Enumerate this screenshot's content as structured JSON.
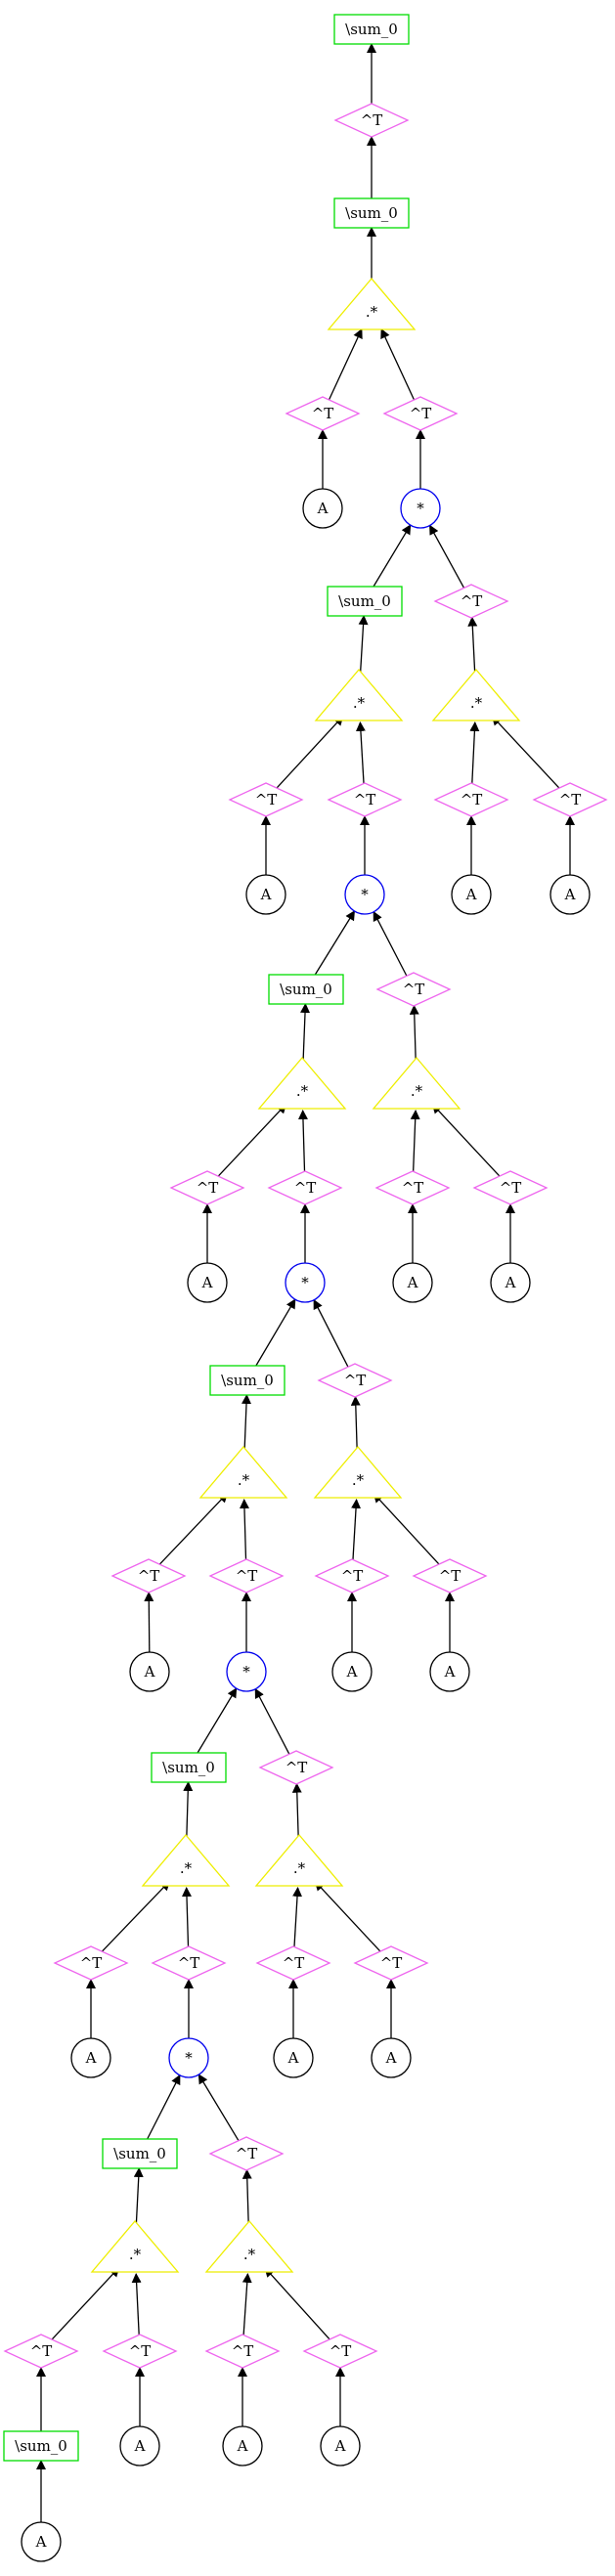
{
  "labels": {
    "sum": "\\sum_0",
    "transpose": "^T",
    "elemmul": ".*",
    "mul": "*",
    "leaf": "A"
  },
  "colors": {
    "sum": "#00dd00",
    "transpose": "#ee66ee",
    "elemmul": "#eeee00",
    "mul": "#0000ee",
    "leaf": "#000000",
    "edge": "#000000"
  },
  "nodes": [
    {
      "id": "s1",
      "kind": "sum"
    },
    {
      "id": "t1",
      "kind": "transpose"
    },
    {
      "id": "s2",
      "kind": "sum"
    },
    {
      "id": "e1",
      "kind": "elemmul"
    },
    {
      "id": "t2",
      "kind": "transpose"
    },
    {
      "id": "t3",
      "kind": "transpose"
    },
    {
      "id": "a1",
      "kind": "leaf"
    },
    {
      "id": "m1",
      "kind": "mul"
    },
    {
      "id": "s3",
      "kind": "sum"
    },
    {
      "id": "t4",
      "kind": "transpose"
    },
    {
      "id": "e2",
      "kind": "elemmul"
    },
    {
      "id": "e3",
      "kind": "elemmul"
    },
    {
      "id": "t5",
      "kind": "transpose"
    },
    {
      "id": "t6",
      "kind": "transpose"
    },
    {
      "id": "t7",
      "kind": "transpose"
    },
    {
      "id": "t8",
      "kind": "transpose"
    },
    {
      "id": "a2",
      "kind": "leaf"
    },
    {
      "id": "m2",
      "kind": "mul"
    },
    {
      "id": "a3",
      "kind": "leaf"
    },
    {
      "id": "a4",
      "kind": "leaf"
    },
    {
      "id": "s4",
      "kind": "sum"
    },
    {
      "id": "t9",
      "kind": "transpose"
    },
    {
      "id": "e4",
      "kind": "elemmul"
    },
    {
      "id": "e5",
      "kind": "elemmul"
    },
    {
      "id": "t10",
      "kind": "transpose"
    },
    {
      "id": "t11",
      "kind": "transpose"
    },
    {
      "id": "t12",
      "kind": "transpose"
    },
    {
      "id": "t13",
      "kind": "transpose"
    },
    {
      "id": "a5",
      "kind": "leaf"
    },
    {
      "id": "m3",
      "kind": "mul"
    },
    {
      "id": "a6",
      "kind": "leaf"
    },
    {
      "id": "a7",
      "kind": "leaf"
    },
    {
      "id": "s5",
      "kind": "sum"
    },
    {
      "id": "t14",
      "kind": "transpose"
    },
    {
      "id": "e6",
      "kind": "elemmul"
    },
    {
      "id": "e7",
      "kind": "elemmul"
    },
    {
      "id": "t15",
      "kind": "transpose"
    },
    {
      "id": "t16",
      "kind": "transpose"
    },
    {
      "id": "t17",
      "kind": "transpose"
    },
    {
      "id": "t18",
      "kind": "transpose"
    },
    {
      "id": "a8",
      "kind": "leaf"
    },
    {
      "id": "m4",
      "kind": "mul"
    },
    {
      "id": "a9",
      "kind": "leaf"
    },
    {
      "id": "a10",
      "kind": "leaf"
    },
    {
      "id": "s6",
      "kind": "sum"
    },
    {
      "id": "t19",
      "kind": "transpose"
    },
    {
      "id": "e8",
      "kind": "elemmul"
    },
    {
      "id": "e9",
      "kind": "elemmul"
    },
    {
      "id": "t20",
      "kind": "transpose"
    },
    {
      "id": "t21",
      "kind": "transpose"
    },
    {
      "id": "t22",
      "kind": "transpose"
    },
    {
      "id": "t23",
      "kind": "transpose"
    },
    {
      "id": "a11",
      "kind": "leaf"
    },
    {
      "id": "m5",
      "kind": "mul"
    },
    {
      "id": "a12",
      "kind": "leaf"
    },
    {
      "id": "a13",
      "kind": "leaf"
    },
    {
      "id": "s7",
      "kind": "sum"
    },
    {
      "id": "t24",
      "kind": "transpose"
    },
    {
      "id": "e10",
      "kind": "elemmul"
    },
    {
      "id": "e11",
      "kind": "elemmul"
    },
    {
      "id": "t25",
      "kind": "transpose"
    },
    {
      "id": "t26",
      "kind": "transpose"
    },
    {
      "id": "t27",
      "kind": "transpose"
    },
    {
      "id": "t28",
      "kind": "transpose"
    },
    {
      "id": "s8",
      "kind": "sum"
    },
    {
      "id": "a14",
      "kind": "leaf"
    },
    {
      "id": "a15",
      "kind": "leaf"
    },
    {
      "id": "a16",
      "kind": "leaf"
    },
    {
      "id": "a17",
      "kind": "leaf"
    }
  ],
  "edges": [
    [
      "t1",
      "s1"
    ],
    [
      "s2",
      "t1"
    ],
    [
      "e1",
      "s2"
    ],
    [
      "t2",
      "e1"
    ],
    [
      "t3",
      "e1"
    ],
    [
      "a1",
      "t2"
    ],
    [
      "m1",
      "t3"
    ],
    [
      "s3",
      "m1"
    ],
    [
      "t4",
      "m1"
    ],
    [
      "e2",
      "s3"
    ],
    [
      "e3",
      "t4"
    ],
    [
      "t5",
      "e2"
    ],
    [
      "t6",
      "e2"
    ],
    [
      "t7",
      "e3"
    ],
    [
      "t8",
      "e3"
    ],
    [
      "a2",
      "t5"
    ],
    [
      "m2",
      "t6"
    ],
    [
      "a3",
      "t7"
    ],
    [
      "a4",
      "t8"
    ],
    [
      "s4",
      "m2"
    ],
    [
      "t9",
      "m2"
    ],
    [
      "e4",
      "s4"
    ],
    [
      "e5",
      "t9"
    ],
    [
      "t10",
      "e4"
    ],
    [
      "t11",
      "e4"
    ],
    [
      "t12",
      "e5"
    ],
    [
      "t13",
      "e5"
    ],
    [
      "a5",
      "t10"
    ],
    [
      "m3",
      "t11"
    ],
    [
      "a6",
      "t12"
    ],
    [
      "a7",
      "t13"
    ],
    [
      "s5",
      "m3"
    ],
    [
      "t14",
      "m3"
    ],
    [
      "e6",
      "s5"
    ],
    [
      "e7",
      "t14"
    ],
    [
      "t15",
      "e6"
    ],
    [
      "t16",
      "e6"
    ],
    [
      "t17",
      "e7"
    ],
    [
      "t18",
      "e7"
    ],
    [
      "a8",
      "t15"
    ],
    [
      "m4",
      "t16"
    ],
    [
      "a9",
      "t17"
    ],
    [
      "a10",
      "t18"
    ],
    [
      "s6",
      "m4"
    ],
    [
      "t19",
      "m4"
    ],
    [
      "e8",
      "s6"
    ],
    [
      "e9",
      "t19"
    ],
    [
      "t20",
      "e8"
    ],
    [
      "t21",
      "e8"
    ],
    [
      "t22",
      "e9"
    ],
    [
      "t23",
      "e9"
    ],
    [
      "a11",
      "t20"
    ],
    [
      "m5",
      "t21"
    ],
    [
      "a12",
      "t22"
    ],
    [
      "a13",
      "t23"
    ],
    [
      "s7",
      "m5"
    ],
    [
      "t24",
      "m5"
    ],
    [
      "e10",
      "s7"
    ],
    [
      "e11",
      "t24"
    ],
    [
      "t25",
      "e10"
    ],
    [
      "t26",
      "e10"
    ],
    [
      "t27",
      "e11"
    ],
    [
      "t28",
      "e11"
    ],
    [
      "s8",
      "t25"
    ],
    [
      "a14",
      "t26"
    ],
    [
      "a15",
      "t27"
    ],
    [
      "a16",
      "t28"
    ],
    [
      "a17",
      "s8"
    ]
  ]
}
